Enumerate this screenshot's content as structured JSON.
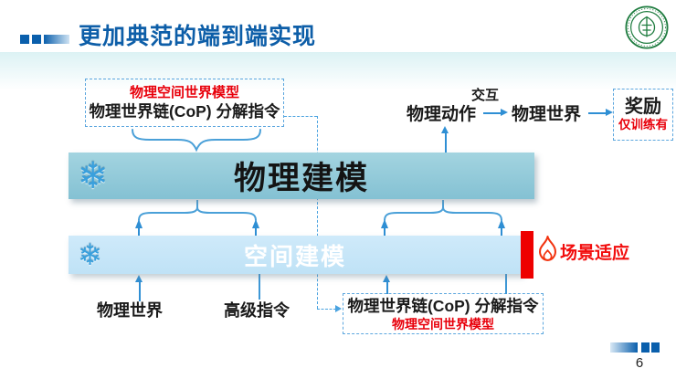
{
  "header": {
    "title": "更加典范的端到端实现"
  },
  "icons": {
    "snowflake": "❄",
    "fire": "flame",
    "logo": "sun-yat-sen-university-seal"
  },
  "colors": {
    "title_blue": "#0d5ea8",
    "connector_blue": "#3e98d6",
    "dashed_blue": "#5ba6de",
    "highlight_red": "#ee0000",
    "physical_bar_teal": "#8fc9d8",
    "spatial_bar_blue": "#c8e7f9"
  },
  "diagram": {
    "top_left_box": {
      "model_label": "物理空间世界模型",
      "instruction_label": "物理世界链(CoP) 分解指令"
    },
    "interaction_flow": {
      "action": "物理动作",
      "interaction_label": "交互",
      "world": "物理世界",
      "reward": "奖励",
      "reward_note": "仅训练有"
    },
    "physical_modeling_bar": {
      "label": "物理建模"
    },
    "spatial_modeling_bar": {
      "label": "空间建模"
    },
    "scene_adaptation": {
      "label": "场景适应"
    },
    "inputs": {
      "world": "物理世界",
      "instruction": "高级指令"
    },
    "bottom_box": {
      "instruction_label": "物理世界链(CoP) 分解指令",
      "model_label": "物理空间世界模型"
    }
  },
  "footer": {
    "page_number": "6"
  }
}
